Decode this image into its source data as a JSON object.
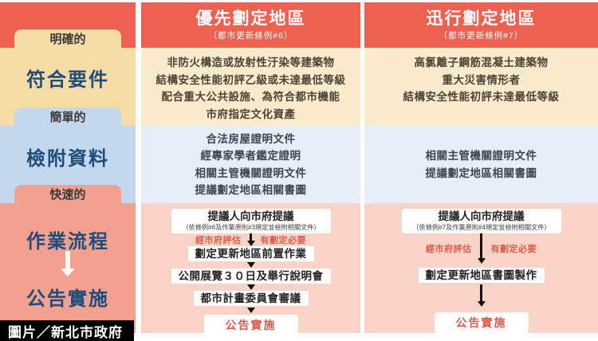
{
  "colors": {
    "red": "#EE6151",
    "wheat": "#F5DCA6",
    "cream": "#FAEBCD",
    "sbblue": "#C3D8ED",
    "lblue": "#E7EEF6",
    "sbsalmon": "#F2A190",
    "lsalmon": "#F8D3C6",
    "navy": "#1E4C7C",
    "flowred": "#E05C4B"
  },
  "sidebar": {
    "credit": "圖片／新北市政府",
    "sections": [
      {
        "tab": "明確的",
        "title": "符合要件"
      },
      {
        "tab": "簡單的",
        "title": "檢附資料"
      },
      {
        "tab": "快速的",
        "title": "作業流程",
        "subtitle": "公告實施"
      }
    ]
  },
  "columns": [
    {
      "title": "優先劃定地區",
      "subtitle": "（都市更新條例#6）",
      "requirements": [
        "非防火構造或放射性汙染等建築物",
        "結構安全性能初評乙級或未達最低等級",
        "配合重大公共設施、為符合都市機能",
        "市府指定文化資產"
      ],
      "documents": [
        "合法房屋證明文件",
        "經專家學者鑑定證明",
        "相關主管機關證明文件",
        "提議劃定地區相關書圖"
      ],
      "flow": {
        "propose_title": "提議人向市府提議",
        "propose_note": "（依條例#6及作業原則#3規定並檢附相關文件）",
        "eval_left": "經市府評估",
        "eval_right": "有劃定必要",
        "steps": [
          "劃定更新地區前置作業",
          "公開展覽３０日及舉行說明會",
          "都市計畫委員會審議"
        ],
        "final": "公告實施"
      }
    },
    {
      "title": "迅行劃定地區",
      "subtitle": "（都市更新條例#7）",
      "requirements": [
        "高氯離子鋼筋混凝土建築物",
        "重大災害情形者",
        "結構安全性能初評未達最低等級"
      ],
      "documents": [
        "相關主管機關證明文件",
        "提議劃定地區相關書圖"
      ],
      "flow": {
        "propose_title": "提議人向市府提議",
        "propose_note": "（依條例#7及作業原則#4規定並檢附相關文件）",
        "eval_left": "經市府評估",
        "eval_right": "有劃定必要",
        "steps": [
          "劃定更新地區書圖製作"
        ],
        "final": "公告實施"
      }
    }
  ]
}
